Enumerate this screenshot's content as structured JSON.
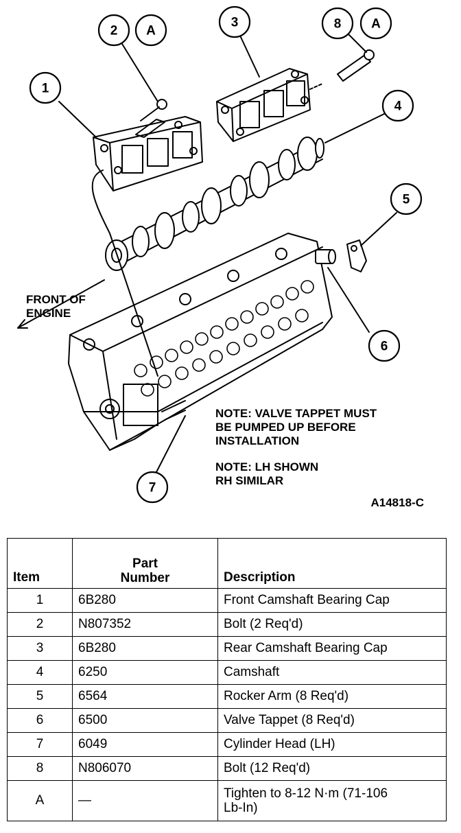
{
  "callouts": [
    "1",
    "2",
    "3",
    "4",
    "5",
    "6",
    "7",
    "8",
    "A"
  ],
  "labels": {
    "front_line1": "FRONT OF",
    "front_line2": "ENGINE",
    "note1_line1": "NOTE: VALVE TAPPET MUST",
    "note1_line2": "BE PUMPED UP BEFORE",
    "note1_line3": "INSTALLATION",
    "note2_line1": "NOTE: LH SHOWN",
    "note2_line2": "RH SIMILAR",
    "figure_id": "A14818-C"
  },
  "table": {
    "headers": {
      "item": "Item",
      "part_line1": "Part",
      "part_line2": "Number",
      "description": "Description"
    },
    "rows": [
      {
        "item": "1",
        "part": "6B280",
        "desc": "Front Camshaft Bearing Cap"
      },
      {
        "item": "2",
        "part": "N807352",
        "desc": "Bolt (2 Req'd)"
      },
      {
        "item": "3",
        "part": "6B280",
        "desc": "Rear Camshaft Bearing Cap"
      },
      {
        "item": "4",
        "part": "6250",
        "desc": "Camshaft"
      },
      {
        "item": "5",
        "part": "6564",
        "desc": "Rocker Arm (8 Req'd)"
      },
      {
        "item": "6",
        "part": "6500",
        "desc": "Valve Tappet (8 Req'd)"
      },
      {
        "item": "7",
        "part": "6049",
        "desc": "Cylinder Head (LH)"
      },
      {
        "item": "8",
        "part": "N806070",
        "desc": "Bolt (12 Req'd)"
      },
      {
        "item": "A",
        "part": "—",
        "desc_line1": "Tighten to 8-12 N·m (71-106",
        "desc_line2": "Lb-In)"
      }
    ]
  }
}
